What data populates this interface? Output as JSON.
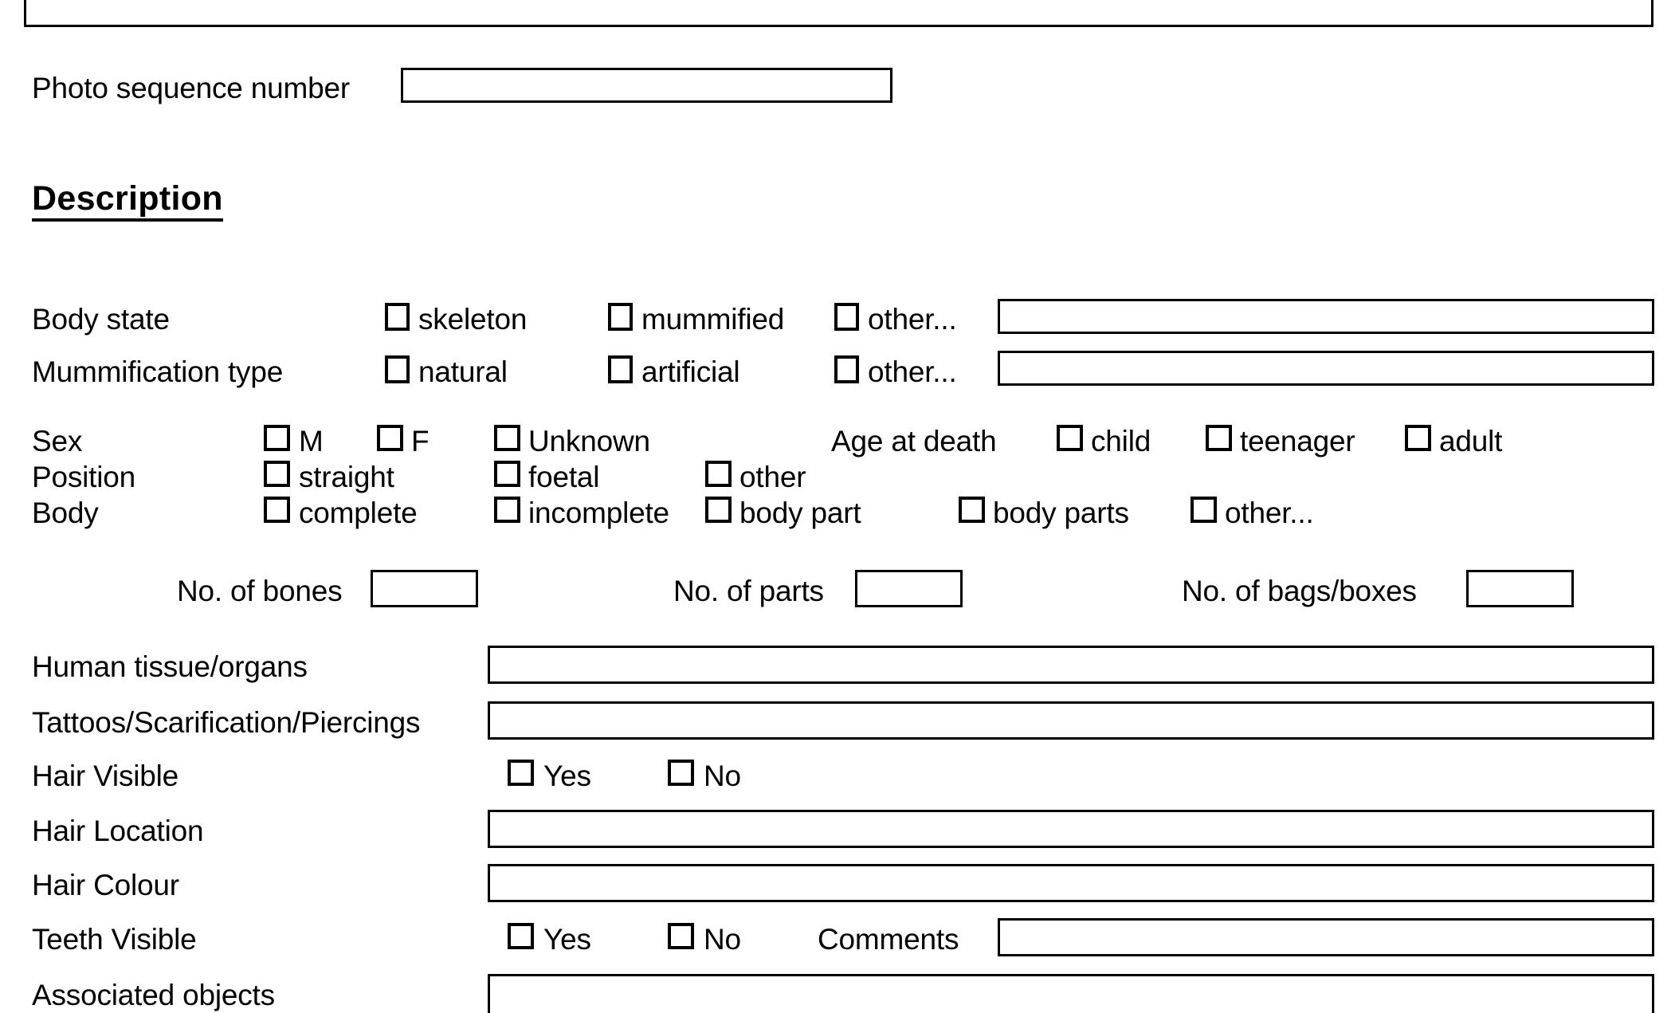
{
  "form": {
    "top_field": {
      "name": "top-clipped-field",
      "value": ""
    },
    "photo_sequence": {
      "label": "Photo sequence number",
      "value": "",
      "placeholder": ""
    },
    "section_heading": "Description"
  },
  "description": {
    "body_state": {
      "label": "Body state",
      "options": [
        "skeleton",
        "mummified",
        "other..."
      ],
      "other_value": "",
      "checked": []
    },
    "mummification_type": {
      "label": "Mummification type",
      "options": [
        "natural",
        "artificial",
        "other..."
      ],
      "other_value": "",
      "checked": []
    },
    "sex": {
      "label": "Sex",
      "options": [
        "M",
        "F",
        "Unknown"
      ],
      "checked": []
    },
    "age_at_death": {
      "label": "Age at death",
      "options": [
        "child",
        "teenager",
        "adult"
      ],
      "checked": []
    },
    "position": {
      "label": "Position",
      "options": [
        "straight",
        "foetal",
        "other"
      ],
      "checked": []
    },
    "body": {
      "label": "Body",
      "options": [
        "complete",
        "incomplete",
        "body part",
        "body parts",
        "other..."
      ],
      "checked": []
    },
    "counts": [
      {
        "label": "No. of bones",
        "value": ""
      },
      {
        "label": "No. of parts",
        "value": ""
      },
      {
        "label": "No. of bags/boxes",
        "value": ""
      }
    ],
    "human_tissue": {
      "label": "Human tissue/organs",
      "value": ""
    },
    "tattoos": {
      "label": "Tattoos/Scarification/Piercings",
      "value": ""
    },
    "hair_visible": {
      "label": "Hair Visible",
      "options": [
        "Yes",
        "No"
      ],
      "checked": []
    },
    "hair_location": {
      "label": "Hair Location",
      "value": ""
    },
    "hair_colour": {
      "label": "Hair Colour",
      "value": ""
    },
    "teeth_visible": {
      "label": "Teeth Visible",
      "options": [
        "Yes",
        "No"
      ],
      "comments_label": "Comments",
      "comments_value": "",
      "checked": []
    },
    "associated_objects": {
      "label": "Associated objects",
      "value": ""
    }
  },
  "colors": {
    "ink": "#000000",
    "paper": "#ffffff"
  }
}
